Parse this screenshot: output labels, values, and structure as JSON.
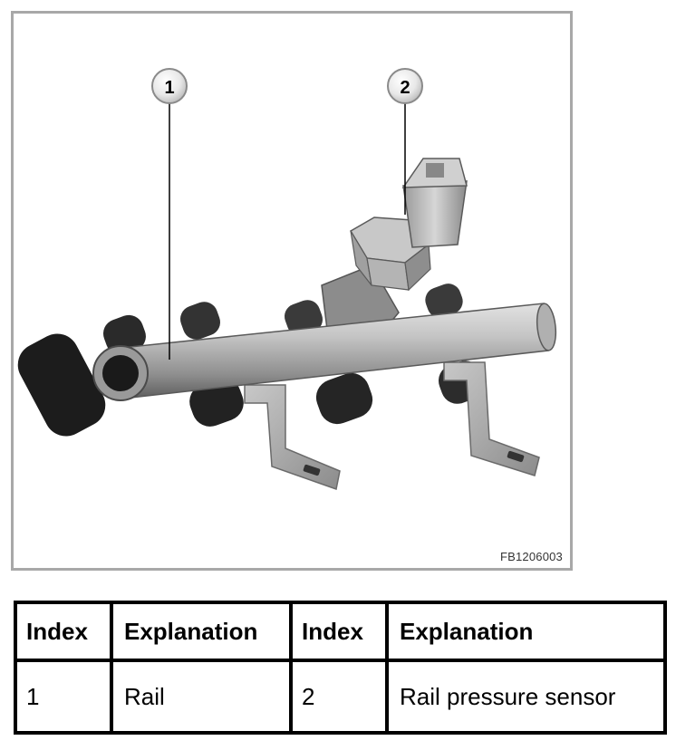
{
  "figure": {
    "code": "FB1206003",
    "callouts": [
      {
        "number": "1"
      },
      {
        "number": "2"
      }
    ]
  },
  "legend": {
    "headers": [
      "Index",
      "Explanation",
      "Index",
      "Explanation"
    ],
    "rows": [
      {
        "index_a": "1",
        "explanation_a": "Rail",
        "index_b": "2",
        "explanation_b": "Rail pressure sensor"
      }
    ]
  }
}
